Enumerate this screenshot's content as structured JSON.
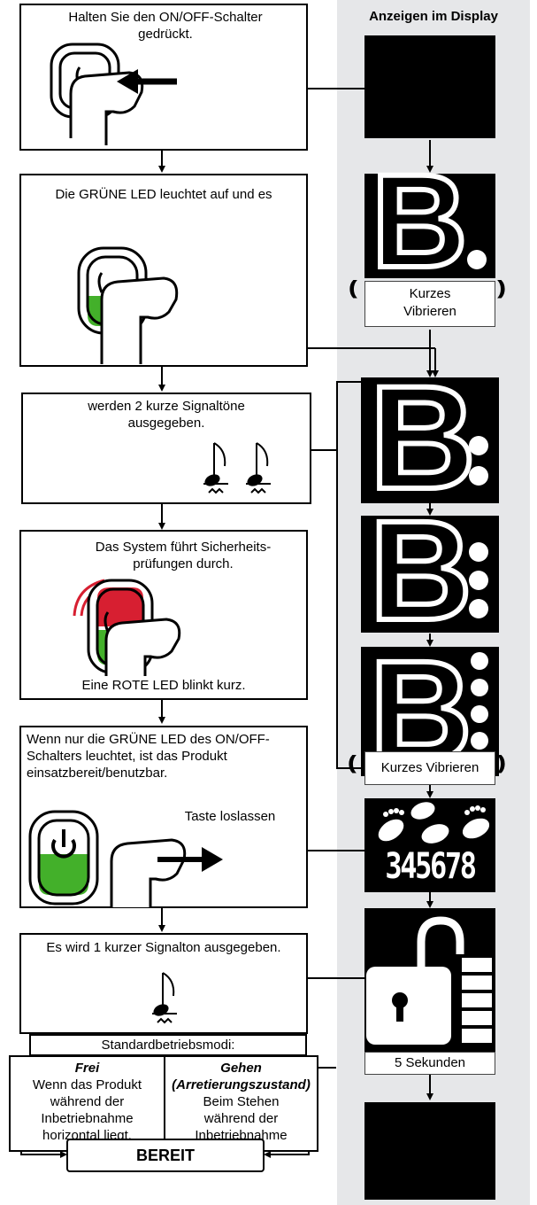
{
  "display_header": "Anzeigen im Display",
  "steps": {
    "s1": "Halten Sie den ON/OFF-Schalter gedrückt.",
    "s2": "Die GRÜNE LED leuchtet auf und es",
    "s3": "werden 2 kurze Signaltöne ausgegeben.",
    "s4_top": "Das System führt Sicherheits-prüfungen durch.",
    "s4_bottom": "Eine ROTE LED blinkt kurz.",
    "s5_main": "Wenn nur die GRÜNE LED des ON/OFF-Schalters leuchtet, ist das Produkt einsatzbereit/benutzbar.",
    "s5_release": "Taste loslassen",
    "s6": "Es wird 1 kurzer Signalton ausgegeben."
  },
  "modes": {
    "title": "Standardbetriebsmodi:",
    "left_title": "Frei",
    "left_text": "Wenn das Produkt während der Inbetriebnahme horizontal liegt.",
    "right_title": "Gehen (Arretierungszustand)",
    "right_text": "Beim Stehen während der Inbetriebnahme"
  },
  "ready_label": "BEREIT",
  "display": {
    "vibrate_1": "Kurzes Vibrieren",
    "vibrate_2": "Kurzes Vibrieren",
    "step_count": "345678",
    "letter": "B",
    "timer": "5 Sekunden"
  },
  "colors": {
    "panel": "#e6e7e9",
    "led_green": "#43b02a",
    "led_red": "#d71f31"
  }
}
